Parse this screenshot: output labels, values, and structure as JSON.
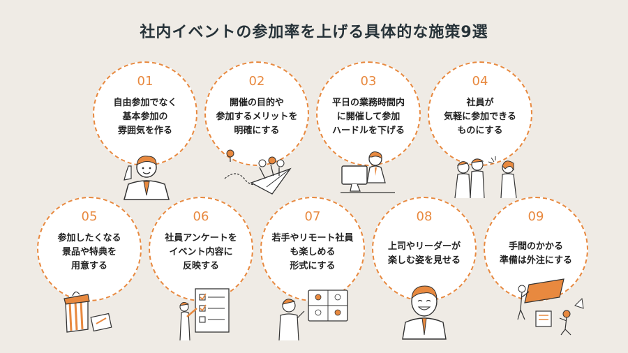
{
  "title": "社内イベントの参加率を上げる具体的な施策9選",
  "colors": {
    "accent": "#e8893f",
    "background": "#efebe5",
    "text": "#222222"
  },
  "cards": [
    {
      "num": "01",
      "lines": [
        "自由参加でなく",
        "基本参加の",
        "雰囲気を作る"
      ],
      "illustration": "thumbs-up-businessman-illustration"
    },
    {
      "num": "02",
      "lines": [
        "開催の目的や",
        "参加するメリットを",
        "明確にする"
      ],
      "illustration": "team-on-paper-plane-illustration"
    },
    {
      "num": "03",
      "lines": [
        "平日の業務時間内",
        "に開催して参加",
        "ハードルを下げる"
      ],
      "illustration": "employee-at-desk-illustration"
    },
    {
      "num": "04",
      "lines": [
        "社員が",
        "気軽に参加できる",
        "ものにする"
      ],
      "illustration": "chatting-employees-illustration"
    },
    {
      "num": "05",
      "lines": [
        "参加したくなる",
        "景品や特典を",
        "用意する"
      ],
      "illustration": "gift-box-and-ticket-illustration"
    },
    {
      "num": "06",
      "lines": [
        "社員アンケートを",
        "イベント内容に",
        "反映する"
      ],
      "illustration": "survey-checklist-illustration"
    },
    {
      "num": "07",
      "lines": [
        "若手やリモート社員",
        "も楽しめる",
        "形式にする"
      ],
      "illustration": "video-call-illustration"
    },
    {
      "num": "08",
      "lines": [
        "上司やリーダーが",
        "楽しむ姿を見せる"
      ],
      "illustration": "smiling-boss-illustration"
    },
    {
      "num": "09",
      "lines": [
        "手間のかかる",
        "準備は外注にする"
      ],
      "illustration": "outsourced-workers-illustration"
    }
  ]
}
